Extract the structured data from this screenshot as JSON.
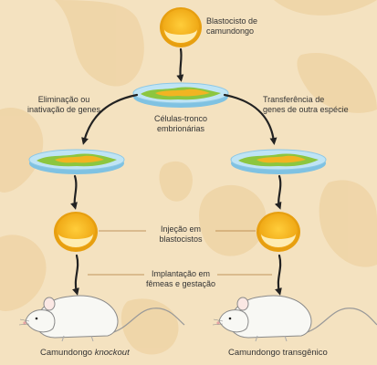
{
  "labels": {
    "blastocyst": [
      "Blastocisto de",
      "camundongo"
    ],
    "stem_cells": [
      "Células-tronco",
      "embrionárias"
    ],
    "elimination": [
      "Eliminação ou",
      "inativação de genes"
    ],
    "transfer": [
      "Transferência de",
      "genes de outra espécie"
    ],
    "injection": [
      "Injeção em",
      "blastocistos"
    ],
    "implantation": [
      "Implantação em",
      "fêmeas e gestação"
    ],
    "knockout_prefix": "Camundongo ",
    "knockout_word": "knockout",
    "transgenic": "Camundongo transgênico"
  },
  "colors": {
    "background": "#f4e2c0",
    "blob": "#efd4a6",
    "yolk": "#f3b21c",
    "cell_ring": "#f7e0a0",
    "dish": "#a9d8ee",
    "cells": "#8cc63f",
    "mouse": "#f7f7f2",
    "arrow": "#222222"
  }
}
